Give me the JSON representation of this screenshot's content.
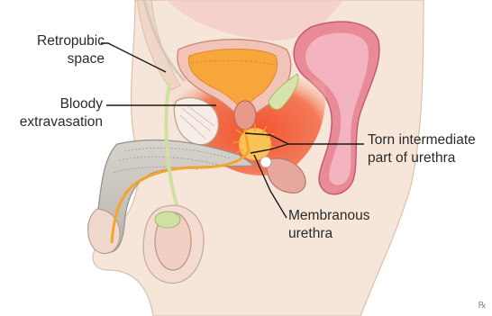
{
  "labels": {
    "retropubic_space": {
      "line1": "Retropubic",
      "line2": "space"
    },
    "bloody_extravasation": {
      "line1": "Bloody",
      "line2": "extravasation"
    },
    "torn_intermediate": {
      "line1": "Torn intermediate",
      "line2": "part of urethra"
    },
    "membranous_urethra": {
      "line1": "Membranous",
      "line2": "urethra"
    }
  },
  "badge": {
    "text": "℞"
  },
  "colors": {
    "skin": "#f6e6da",
    "skin_outline": "#d9b9a3",
    "hemorrhage": "#f0694a",
    "hemorrhage_light": "#f9b79a",
    "bladder_wall": "#f2c4b8",
    "bladder_inner": "#f7a63c",
    "penile_tissue": "#cbc6c0",
    "urethra": "#f3a52c",
    "vas_deferens": "#cfe0a2",
    "rectum": "#e07a8a",
    "testis": "#f0cfc4",
    "leader_line": "#1a1a1a"
  }
}
